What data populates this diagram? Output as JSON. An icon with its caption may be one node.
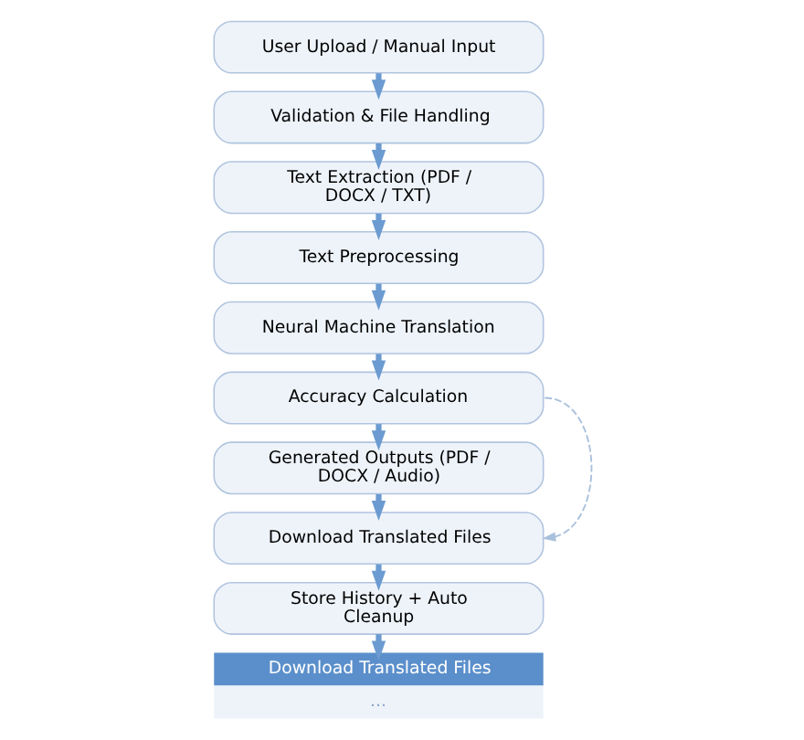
{
  "diagram": {
    "nodes": [
      {
        "text": [
          "User Upload / Manual Input"
        ]
      },
      {
        "text": [
          "Validation & File Handling"
        ]
      },
      {
        "text": [
          "Text Extraction (PDF / DOCX / TXT)"
        ]
      },
      {
        "text": [
          "Text Preprocessing"
        ]
      },
      {
        "text": [
          "Neural Machine Translation"
        ]
      },
      {
        "text": [
          "Accuracy Calculation"
        ]
      },
      {
        "text": [
          "Generated Outputs (PDF / DOCX / Audio)"
        ]
      },
      {
        "text": [
          "Download Translated Files"
        ]
      },
      {
        "text": [
          "Store History + Auto Cleanup"
        ]
      },
      {
        "text": [
          "Download Translated Files",
          "..."
        ]
      }
    ],
    "edges": [
      {
        "from": 0,
        "to": 1,
        "arrow": "to"
      },
      {
        "from": 1,
        "to": 2,
        "arrow": "to"
      },
      {
        "from": 2,
        "to": 3,
        "arrow": "to"
      },
      {
        "from": 3,
        "to": 4,
        "arrow": "to"
      },
      {
        "from": 4,
        "to": 5,
        "arrow": "to"
      },
      {
        "from": 5,
        "to": 6,
        "arrow": "to"
      },
      {
        "from": 6,
        "to": 7,
        "arrow": "to"
      },
      {
        "from": 7,
        "to": 8,
        "arrow": "to"
      },
      {
        "from": 8,
        "to": 9,
        "arrow": "to"
      },
      {
        "from": 5,
        "to": 7,
        "arrow": "to",
        "style": "dashed",
        "color": "#a9c1dc"
      }
    ]
  }
}
